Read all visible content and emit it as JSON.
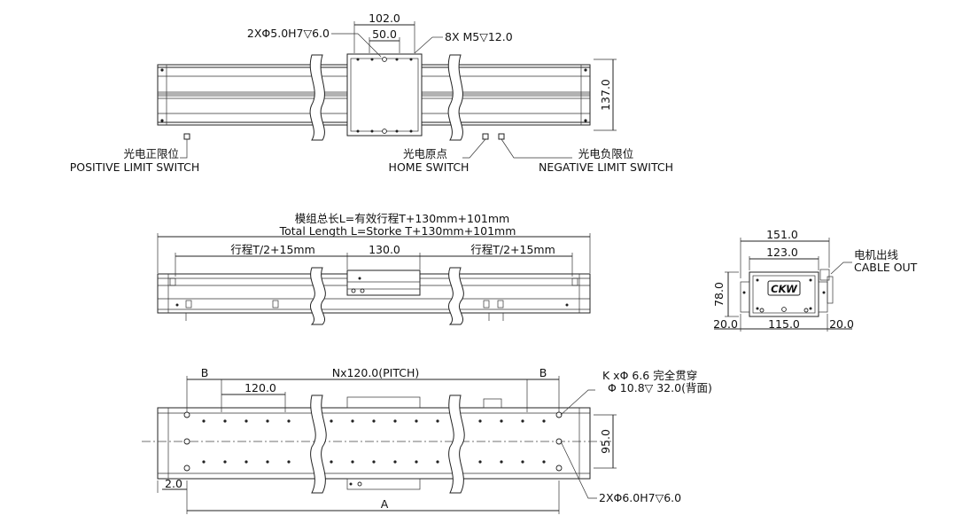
{
  "top_view": {
    "dim_102": "102.0",
    "dim_50": "50.0",
    "callout_dowel": "2XΦ5.0H7▽6.0",
    "callout_thread": "8X M5▽12.0",
    "dim_137": "137.0",
    "pos_limit_cn": "光电正限位",
    "pos_limit_en": "POSITIVE LIMIT SWITCH",
    "home_cn": "光电原点",
    "home_en": "HOME  SWITCH",
    "neg_limit_cn": "光电负限位",
    "neg_limit_en": "NEGATIVE  LIMIT  SWITCH"
  },
  "side_view": {
    "total_cn": "模组总长L=有效行程T+130mm+101mm",
    "total_en": "Total Length L=Storke T+130mm+101mm",
    "stroke_left": "行程T/2+15mm",
    "carriage": "130.0",
    "stroke_right": "行程T/2+15mm"
  },
  "end_view": {
    "dim_151": "151.0",
    "dim_123": "123.0",
    "dim_78": "78.0",
    "dim_20_left": "20.0",
    "dim_115": "115.0",
    "dim_20_right": "20.0",
    "cable_cn": "电机出线",
    "cable_en": "CABLE OUT",
    "logo": "CKW"
  },
  "bottom_view": {
    "b_left": "B",
    "pitch": "Nx120.0(PITCH)",
    "b_right": "B",
    "dim_120": "120.0",
    "hole_line1": "K xΦ 6.6 完全贯穿",
    "hole_line2": "Φ 10.8▽ 32.0(背面)",
    "dim_95": "95.0",
    "dim_2": "2.0",
    "dim_a": "A",
    "callout_dowel": "2XΦ6.0H7▽6.0"
  }
}
